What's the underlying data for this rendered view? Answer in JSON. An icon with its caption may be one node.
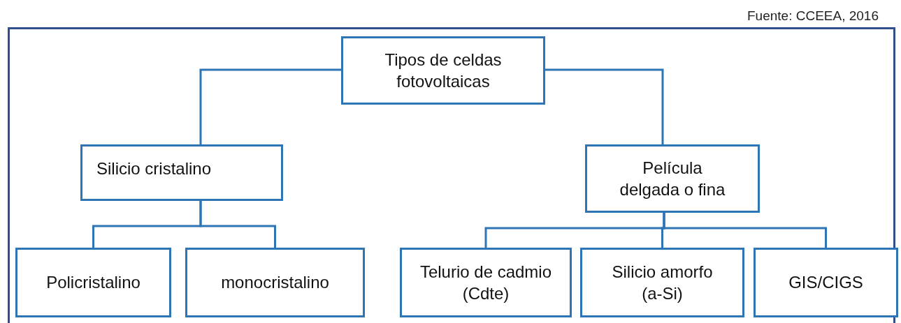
{
  "diagram": {
    "nodes": [
      {
        "text": [
          "Tipos de celdas fotovoltaicas"
        ]
      },
      {
        "text": [
          "Silicio cristalino"
        ]
      },
      {
        "text": [
          "Película delgada o fina"
        ]
      },
      {
        "text": [
          "Policristalino"
        ]
      },
      {
        "text": [
          "monocristalino"
        ]
      },
      {
        "text": [
          "Telurio de cadmio (Cdte)"
        ]
      },
      {
        "text": [
          "Silicio amorfo (a-Si)"
        ]
      },
      {
        "text": [
          "GIS/CIGS"
        ]
      }
    ],
    "edges": [
      {
        "from": 0,
        "to": 1,
        "arrow": "none"
      },
      {
        "from": 0,
        "to": 2,
        "arrow": "none"
      },
      {
        "from": 1,
        "to": 3,
        "arrow": "none"
      },
      {
        "from": 1,
        "to": 4,
        "arrow": "none"
      },
      {
        "from": 2,
        "to": 5,
        "arrow": "none"
      },
      {
        "from": 2,
        "to": 6,
        "arrow": "none"
      },
      {
        "from": 2,
        "to": 7,
        "arrow": "none"
      }
    ],
    "labels": [
      "Fuente: CCEEA, 2016"
    ]
  }
}
